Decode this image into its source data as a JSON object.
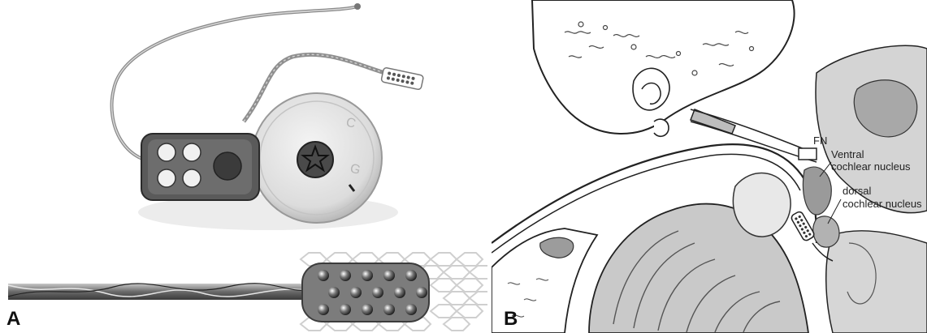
{
  "figure": {
    "panel_a": {
      "letter": "A"
    },
    "panel_b": {
      "letter": "B",
      "labels": {
        "fn": "FN",
        "ventral_line1": "Ventral",
        "ventral_line2": "cochlear nucleus",
        "dorsal_line1": "dorsal",
        "dorsal_line2": "cochlear nucleus"
      }
    }
  }
}
